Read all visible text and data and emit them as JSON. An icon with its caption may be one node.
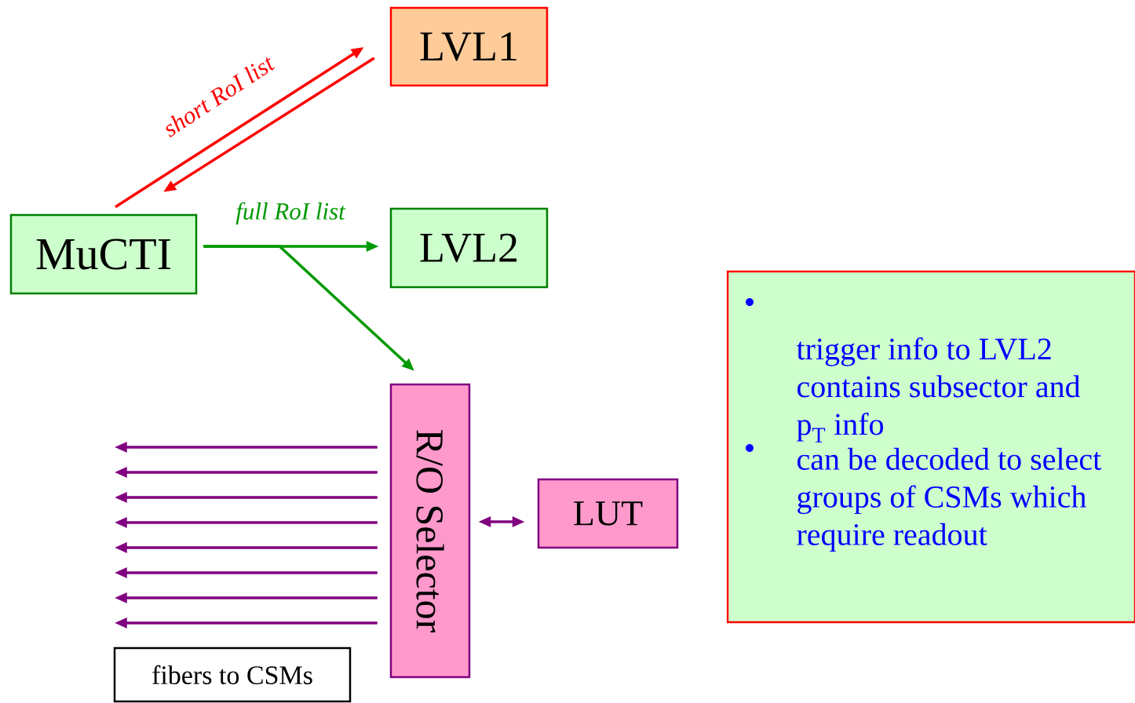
{
  "diagram": {
    "nodes": [
      {
        "text": [
          "LVL1"
        ]
      },
      {
        "text": [
          "MuCTI"
        ]
      },
      {
        "text": [
          "LVL2"
        ]
      },
      {
        "text": [
          "R/O Selector"
        ]
      },
      {
        "text": [
          "LUT"
        ]
      },
      {
        "text": [
          "fibers to CSMs"
        ]
      },
      {
        "text": [
          "trigger info to LVL2 contains subsector and p$_{T}$ info",
          "can be decoded to select groups of CSMs which require readout"
        ]
      }
    ],
    "edges": [
      {
        "from": 1,
        "to": 0,
        "arrow": "to",
        "label": "short RoI list",
        "color": "#ff0000"
      },
      {
        "from": 0,
        "to": 1,
        "arrow": "to",
        "color": "#ff0000"
      },
      {
        "from": 1,
        "to": 2,
        "arrow": "to",
        "label": "full RoI list",
        "color": "#009900"
      },
      {
        "from": 1,
        "to": 3,
        "arrow": "to",
        "color": "#009900"
      },
      {
        "from": 3,
        "to": 4,
        "arrow": "both"
      },
      {
        "from": 3,
        "to": null,
        "arrow": "to"
      },
      {
        "from": 3,
        "to": null,
        "arrow": "to"
      },
      {
        "from": 3,
        "to": null,
        "arrow": "to"
      },
      {
        "from": 3,
        "to": null,
        "arrow": "to"
      },
      {
        "from": 3,
        "to": null,
        "arrow": "to"
      },
      {
        "from": 3,
        "to": null,
        "arrow": "to"
      },
      {
        "from": 3,
        "to": null,
        "arrow": "to"
      },
      {
        "from": 3,
        "to": null,
        "arrow": "to"
      }
    ]
  }
}
